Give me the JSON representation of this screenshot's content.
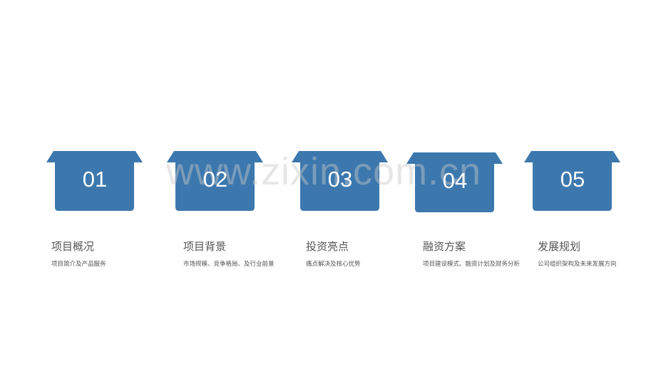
{
  "watermark": "www.zixin.com.cn",
  "colors": {
    "box_fill": "#3c78ae",
    "number_text": "#ffffff",
    "title_text": "#555555",
    "desc_text": "#555555"
  },
  "steps": [
    {
      "number": "01",
      "title": "项目概况",
      "description": "项目简介及产品服务"
    },
    {
      "number": "02",
      "title": "项目背景",
      "description": "市场规模、竞争格局、及行业前景"
    },
    {
      "number": "03",
      "title": "投资亮点",
      "description": "痛点解决及核心优势"
    },
    {
      "number": "04",
      "title": "融资方案",
      "description": "项目建设模式、融资计划及财务分析"
    },
    {
      "number": "05",
      "title": "发展规划",
      "description": "公司组织架构及未来发展方向"
    }
  ]
}
